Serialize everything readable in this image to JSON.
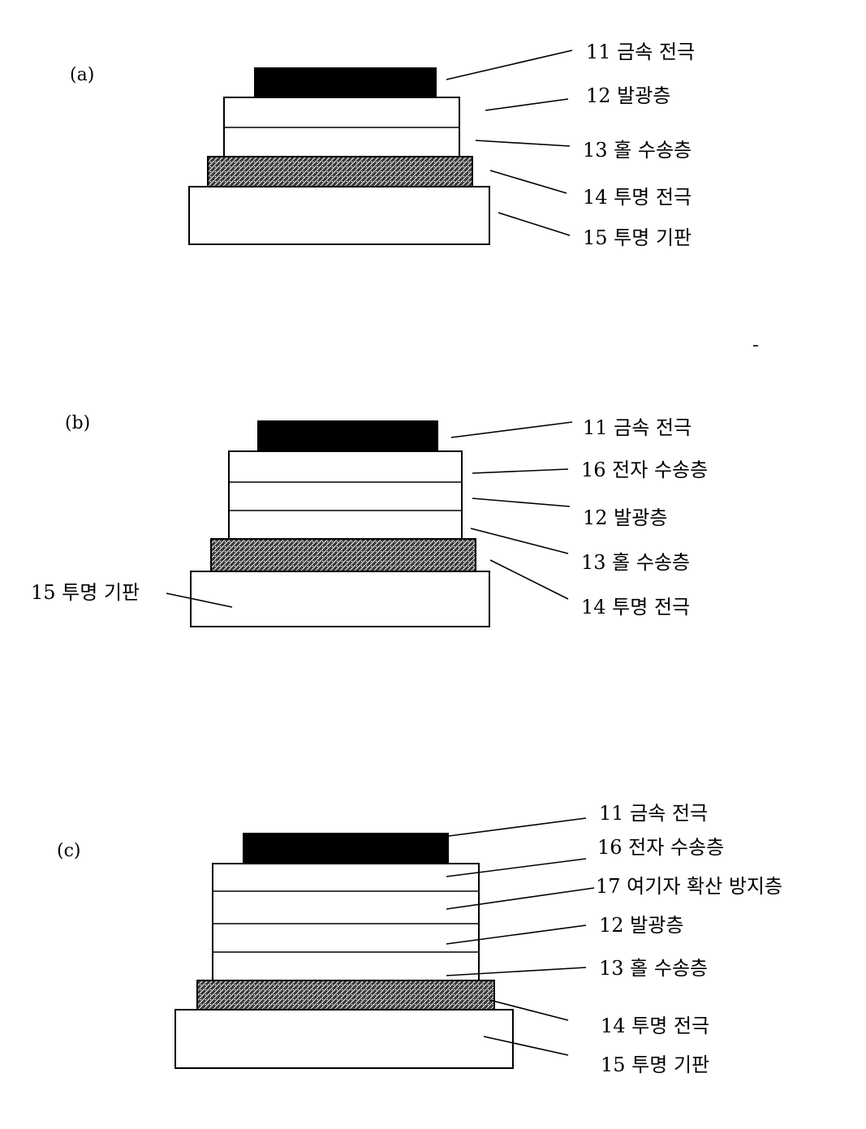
{
  "figure": {
    "panels": [
      {
        "id": "a",
        "panel_label": "(a)",
        "layers": {
          "metal_electrode": "11 금속 전극",
          "emitting_layer": "12 발광층",
          "hole_transport_layer": "13 홀 수송층",
          "transparent_electrode": "14 투명 전극",
          "transparent_substrate": "15 투명 기판"
        }
      },
      {
        "id": "b",
        "panel_label": "(b)",
        "layers": {
          "metal_electrode": "11 금속 전극",
          "electron_transport_layer": "16 전자 수송층",
          "emitting_layer": "12 발광층",
          "hole_transport_layer": "13 홀 수송층",
          "transparent_electrode": "14 투명 전극",
          "transparent_substrate": "15 투명 기판"
        }
      },
      {
        "id": "c",
        "panel_label": "(c)",
        "layers": {
          "metal_electrode": "11 금속 전극",
          "electron_transport_layer": "16 전자 수송층",
          "exciton_blocking_layer": "17 여기자 확산 방지층",
          "emitting_layer": "12 발광층",
          "hole_transport_layer": "13 홀 수송층",
          "transparent_electrode": "14 투명 전극",
          "transparent_substrate": "15 투명 기판"
        }
      }
    ]
  }
}
